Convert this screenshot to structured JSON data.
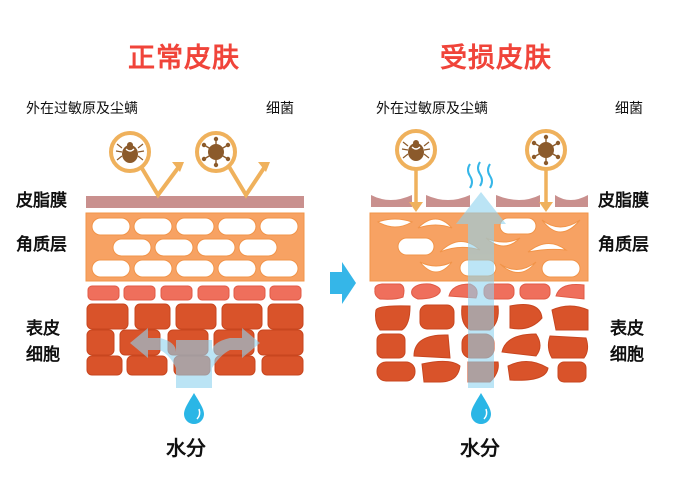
{
  "left_panel": {
    "title": "正常皮肤",
    "threats": {
      "allergens": "外在过敏原及尘螨",
      "bacteria": "细菌"
    },
    "layers": {
      "sebum": "皮脂膜",
      "stratum_corneum": "角质层",
      "epidermis_line1": "表皮",
      "epidermis_line2": "细胞"
    },
    "water": "水分"
  },
  "right_panel": {
    "title": "受损皮肤",
    "threats": {
      "allergens": "外在过敏原及尘螨",
      "bacteria": "细菌"
    },
    "layers": {
      "sebum": "皮脂膜",
      "stratum_corneum": "角质层",
      "epidermis_line1": "表皮",
      "epidermis_line2": "细胞"
    },
    "water": "水分"
  },
  "colors": {
    "title": "#f0443a",
    "sebum": "#c9908e",
    "corneum": "#f7a263",
    "upper_cells": "#ef6f5c",
    "lower_cells": "#d9532a",
    "water_flow": "#8fd3f0",
    "arrow": "#35b6e8",
    "pathogen_ring": "#efb15c",
    "pathogen": "#8b5a2b"
  }
}
